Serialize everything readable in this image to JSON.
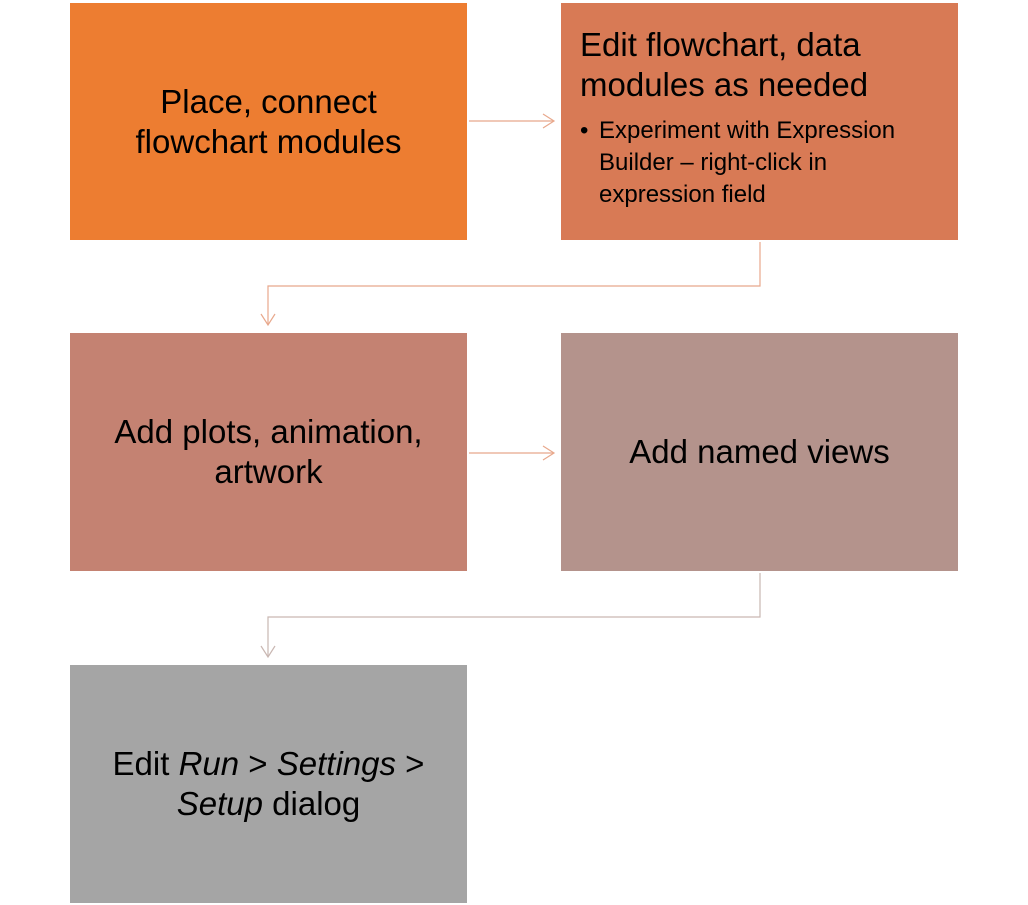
{
  "colors": {
    "box1": "#ED7D31",
    "box2": "#D87A55",
    "box3": "#C48272",
    "box4": "#B4938C",
    "box5": "#A5A5A5",
    "connector": "#E8A88C",
    "connector_gray": "#C9B7B2"
  },
  "steps": [
    {
      "text": "Place, connect flowchart modules"
    },
    {
      "title": "Edit flowchart, data modules as needed",
      "bullet": "Experiment with Expression Builder – right-click in expression field"
    },
    {
      "text": "Add plots, animation, artwork"
    },
    {
      "text": "Add named views"
    },
    {
      "parts": [
        "Edit ",
        "Run",
        " > ",
        "Settings",
        " > ",
        "Setup",
        " dialog"
      ]
    }
  ]
}
